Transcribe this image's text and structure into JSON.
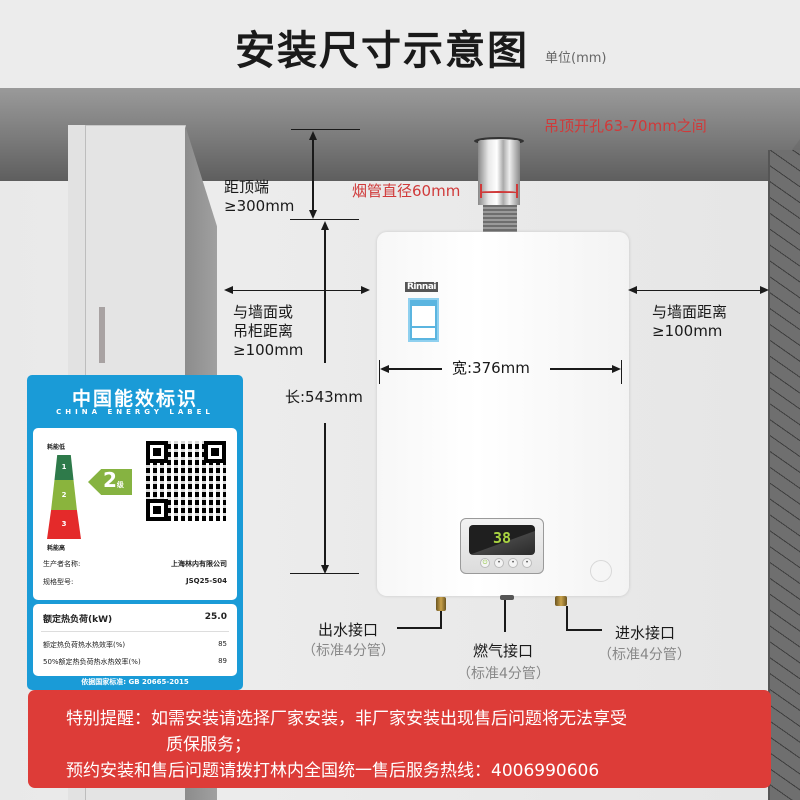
{
  "header": {
    "title": "安装尺寸示意图",
    "unit": "单位(mm)"
  },
  "annotations": {
    "ceiling_hole": "吊顶开孔63-70mm之间",
    "flue_diameter": "烟管直径60mm",
    "top_clearance": [
      "距顶端",
      "≥300mm"
    ],
    "left_clearance": [
      "与墙面或",
      "吊柜距离",
      "≥100mm"
    ],
    "right_clearance": [
      "与墙面距离",
      "≥100mm"
    ],
    "width": "宽:376mm",
    "height": "长:543mm"
  },
  "heater": {
    "brand": "Rinnai",
    "display_value": "38",
    "buttons": [
      "power",
      "down",
      "up",
      "mode"
    ]
  },
  "ports": [
    {
      "name": "出水接口",
      "spec": "（标准4分管）"
    },
    {
      "name": "燃气接口",
      "spec": "（标准4分管）"
    },
    {
      "name": "进水接口",
      "spec": "（标准4分管）"
    }
  ],
  "energy_label": {
    "title": "中国能效标识",
    "subtitle": "CHINA ENERGY LABEL",
    "low_label": "耗能低",
    "high_label": "耗能高",
    "grades": [
      "1",
      "2",
      "3"
    ],
    "grade_colors": [
      "#2e7a4a",
      "#8ab43d",
      "#e42a2a"
    ],
    "current_grade": "2",
    "current_grade_suffix": "级",
    "manufacturer_label": "生产者名称:",
    "manufacturer_value": "上海林内有限公司",
    "model_label": "规格型号:",
    "model_value": "JSQ25-S04",
    "rated_load_label": "额定热负荷(kW)",
    "rated_load_value": "25.0",
    "efficiency_label": "额定热负荷热水热效率(%)",
    "efficiency_value": "85",
    "efficiency50_label": "50%额定热负荷热水热效率(%)",
    "efficiency50_value": "89",
    "standard": "依据国家标准: GB 20665-2015",
    "accent_color": "#1a9bd7"
  },
  "notice": {
    "line1": "特别提醒：如需安装请选择厂家安装，非厂家安装出现售后问题将无法享受",
    "line2": "质保服务；",
    "line3": "预约安装和售后问题请拨打林内全国统一售后服务热线：4006990606",
    "background_color": "#dd3c38"
  }
}
